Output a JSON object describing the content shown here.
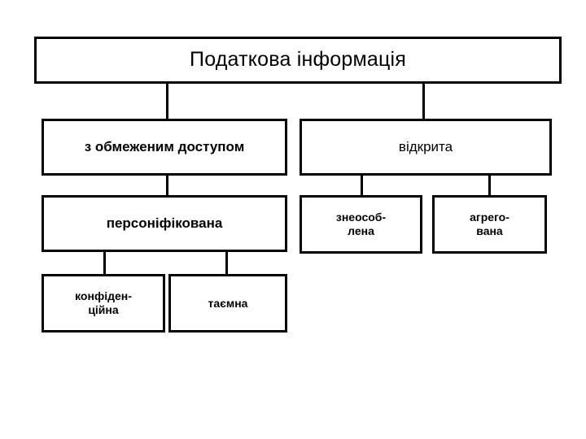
{
  "diagram": {
    "title": "Податкова інформація",
    "nodes": {
      "root": {
        "label": "Податкова інформація"
      },
      "restricted": {
        "label": "з обмеженим доступом"
      },
      "open": {
        "label": "відкрита"
      },
      "personified": {
        "label": "персоніфікована"
      },
      "depersonalized": {
        "label": "знеособ-\nлена"
      },
      "aggregated": {
        "label": "агрего-\nвана"
      },
      "confidential": {
        "label": "конфіден-\nційна"
      },
      "secret": {
        "label": "таємна"
      }
    },
    "colors": {
      "border": "#000000",
      "background": "#ffffff",
      "text": "#000000"
    }
  }
}
